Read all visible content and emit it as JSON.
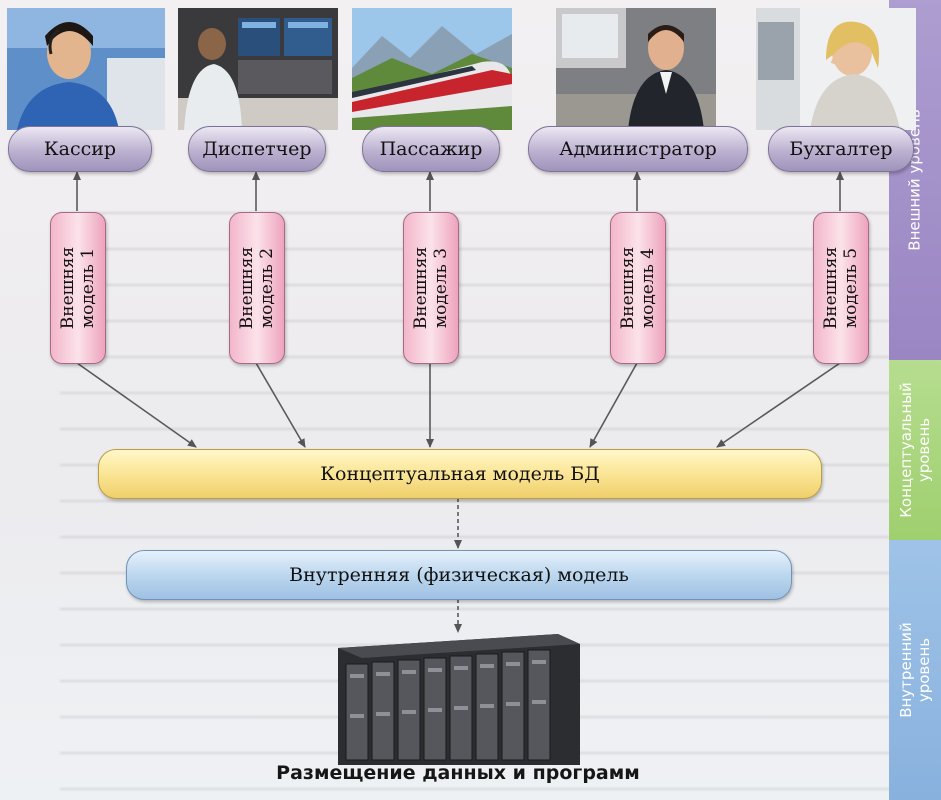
{
  "roles": [
    "Кассир",
    "Диспетчер",
    "Пассажир",
    "Администратор",
    "Бухгалтер"
  ],
  "external_models": [
    {
      "line1": "Внешняя",
      "line2": "модель 1"
    },
    {
      "line1": "Внешняя",
      "line2": "модель 2"
    },
    {
      "line1": "Внешняя",
      "line2": "модель 3"
    },
    {
      "line1": "Внешняя",
      "line2": "модель 4"
    },
    {
      "line1": "Внешняя",
      "line2": "модель 5"
    }
  ],
  "conceptual_model": "Концептуальная модель БД",
  "internal_model": "Внутренняя (физическая) модель",
  "storage_caption": "Размещение данных и программ",
  "levels": {
    "external": "Внешний уровень",
    "conceptual_line1": "Концептуальный",
    "conceptual_line2": "уровень",
    "internal_line1": "Внутренний",
    "internal_line2": "уровень"
  },
  "photos": [
    "cashier-with-headset",
    "dispatcher-at-monitors",
    "passenger-train",
    "administrator-at-desk",
    "accountant-at-computer"
  ],
  "colors": {
    "role_pill": "#b5aacb",
    "external_model": "#f6c3d3",
    "conceptual_bar": "#f8de86",
    "internal_bar": "#bcd7ef",
    "level_external": "#a493c9",
    "level_conceptual": "#a8d47c",
    "level_internal": "#93b9e2"
  }
}
